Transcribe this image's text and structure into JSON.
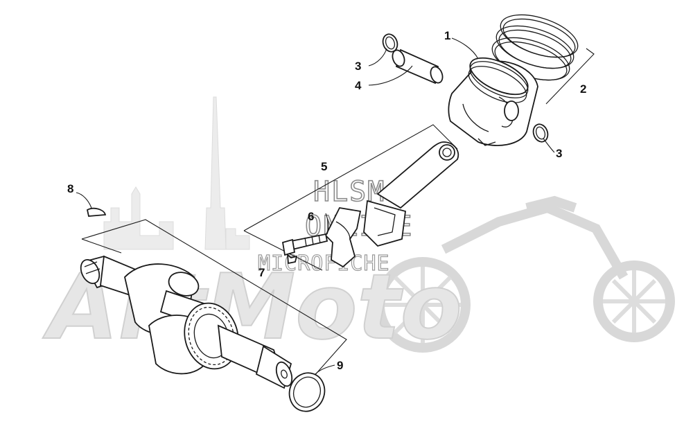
{
  "watermark": {
    "line1": "HLSM",
    "line2": "ONLINE",
    "line3": "MICROFICHE",
    "brand": "ArtMoto"
  },
  "callouts": {
    "piston": "1",
    "rings": "2",
    "circlip_left": "3",
    "circlip_right": "3",
    "piston_pin": "4",
    "connecting_rod": "5",
    "rod_bolt": "6",
    "crankshaft": "7",
    "woodruff_key": "8",
    "oil_seal_ring": "9"
  }
}
